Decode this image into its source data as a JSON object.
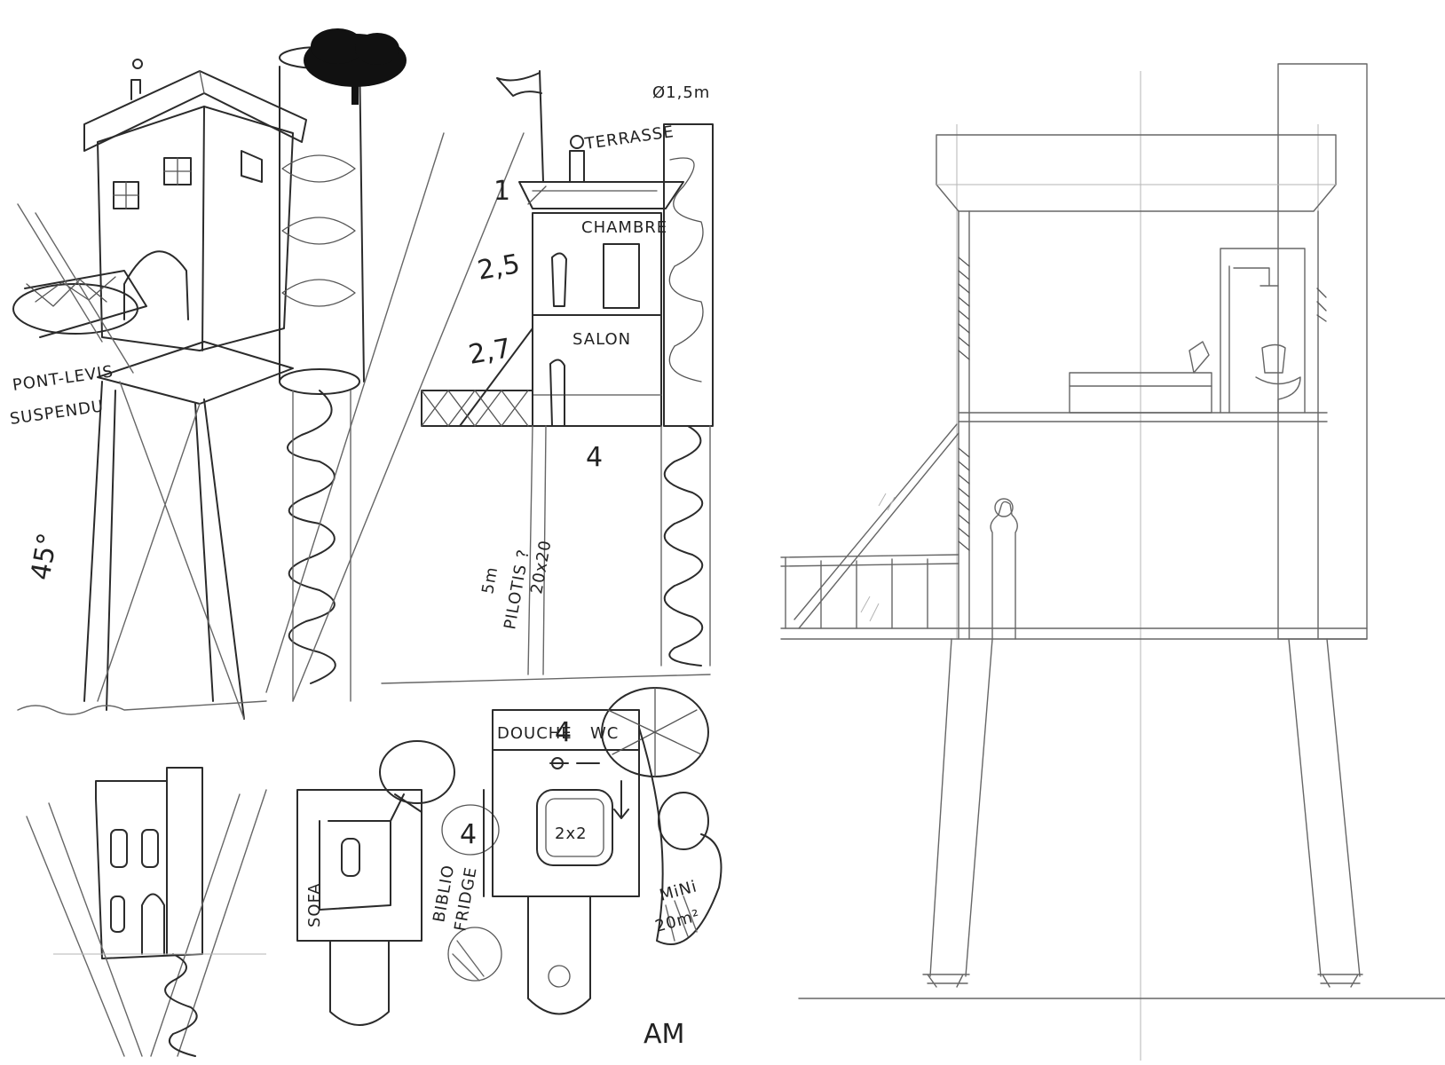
{
  "labels": {
    "pont_levis": "PONT-LEVIS",
    "suspendu": "SUSPENDU",
    "angle": "45°",
    "diameter": "Ø1,5m",
    "terrasse": "TERRASSE",
    "chambre": "CHAMBRE",
    "salon": "SALON",
    "dim_1": "1",
    "dim_25": "2,5",
    "dim_27": "2,7",
    "dim_4": "4",
    "pilotis_5m": "5m",
    "pilotis": "PILOTIS ?",
    "pilotis_size": "20x20",
    "douche": "DOUCHE",
    "plan_4": "4",
    "wc": "WC",
    "bed": "2x2",
    "plan_4b": "4",
    "sofa": "SOFA",
    "biblio": "BIBLIO",
    "fridge": "FRIDGE",
    "mini": "MiNi",
    "area": "20m²",
    "signature": "AM"
  },
  "colors": {
    "ink": "#2b2b2b",
    "pencil": "#666666",
    "paper": "#ffffff",
    "tree": "#111111"
  }
}
